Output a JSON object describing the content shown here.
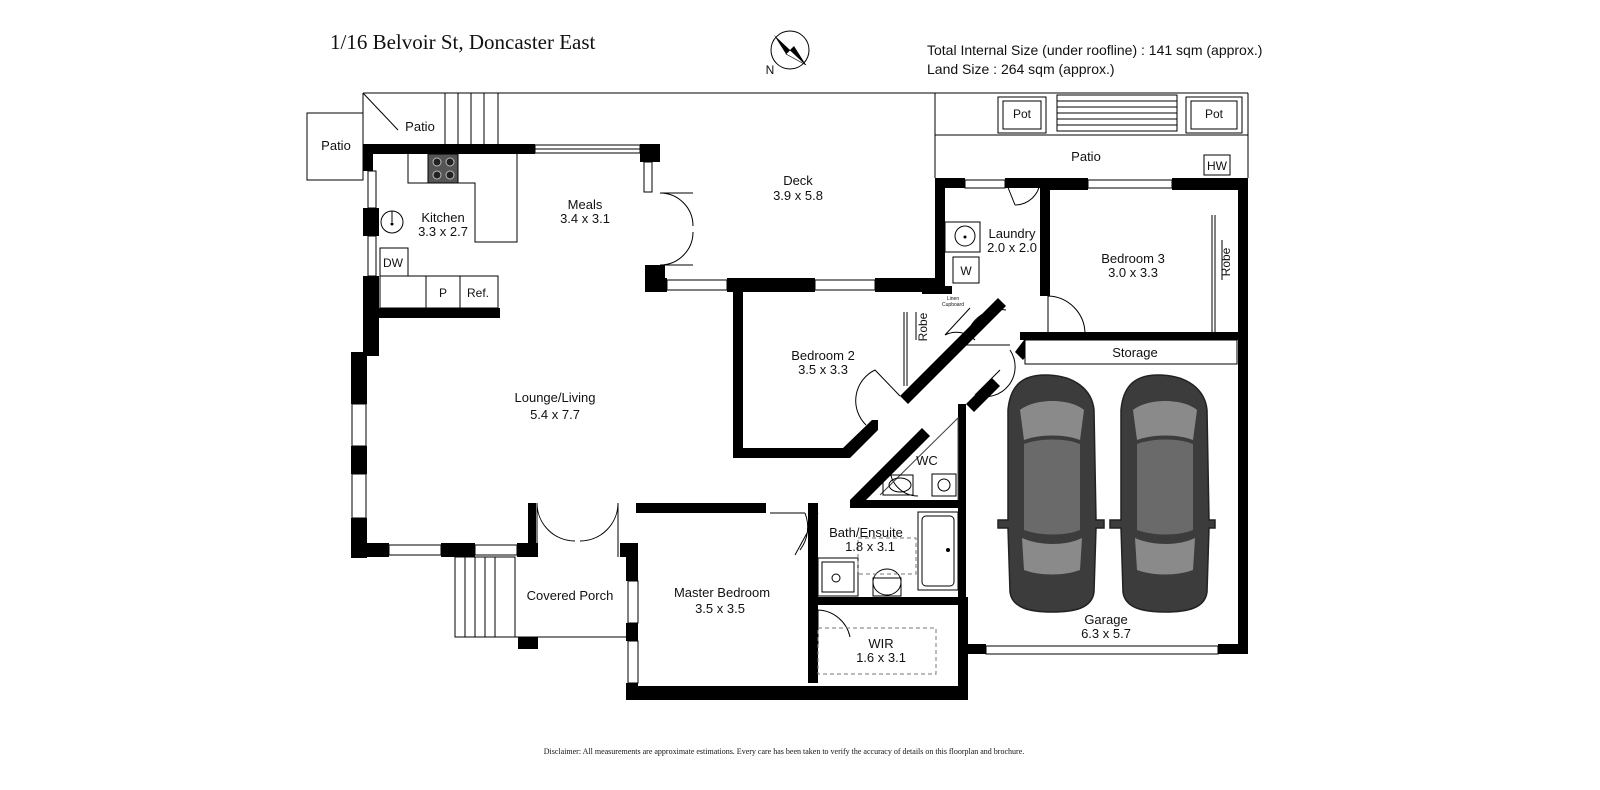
{
  "header": {
    "address": "1/16 Belvoir St, Doncaster East",
    "internal_size": "Total Internal Size (under roofline) :  141 sqm (approx.)",
    "land_size": "Land Size :  264 sqm (approx.)",
    "compass_label": "N"
  },
  "rooms": {
    "patio_nw": "Patio",
    "patio_w": "Patio",
    "kitchen_name": "Kitchen",
    "kitchen_size": "3.3 x 2.7",
    "meals_name": "Meals",
    "meals_size": "3.4 x 3.1",
    "deck_name": "Deck",
    "deck_size": "3.9 x 5.8",
    "patio_e": "Patio",
    "laundry_name": "Laundry",
    "laundry_size": "2.0 x 2.0",
    "bedroom3_name": "Bedroom 3",
    "bedroom3_size": "3.0 x 3.3",
    "bedroom2_name": "Bedroom 2",
    "bedroom2_size": "3.5 x 3.3",
    "lounge_name": "Lounge/Living",
    "lounge_size": "5.4 x 7.7",
    "storage": "Storage",
    "wc": "WC",
    "bath_name": "Bath/Ensuite",
    "bath_size": "1.8 x 3.1",
    "master_name": "Master Bedroom",
    "master_size": "3.5 x 3.5",
    "wir_name": "WIR",
    "wir_size": "1.6 x 3.1",
    "porch": "Covered Porch",
    "garage_name": "Garage",
    "garage_size": "6.3 x 5.7"
  },
  "fixtures": {
    "dw": "DW",
    "pantry": "P",
    "fridge": "Ref.",
    "washer": "W",
    "robe_bed2": "Robe",
    "robe_bed3": "Robe",
    "linen_1": "Linen",
    "linen_2": "Cupboard",
    "pot_left": "Pot",
    "pot_right": "Pot",
    "hot_water": "HW"
  },
  "footer": {
    "disclaimer": "Disclaimer: All measurements are approximate estimations. Every care has been taken to verify the accuracy of details on this floorplan and brochure."
  }
}
